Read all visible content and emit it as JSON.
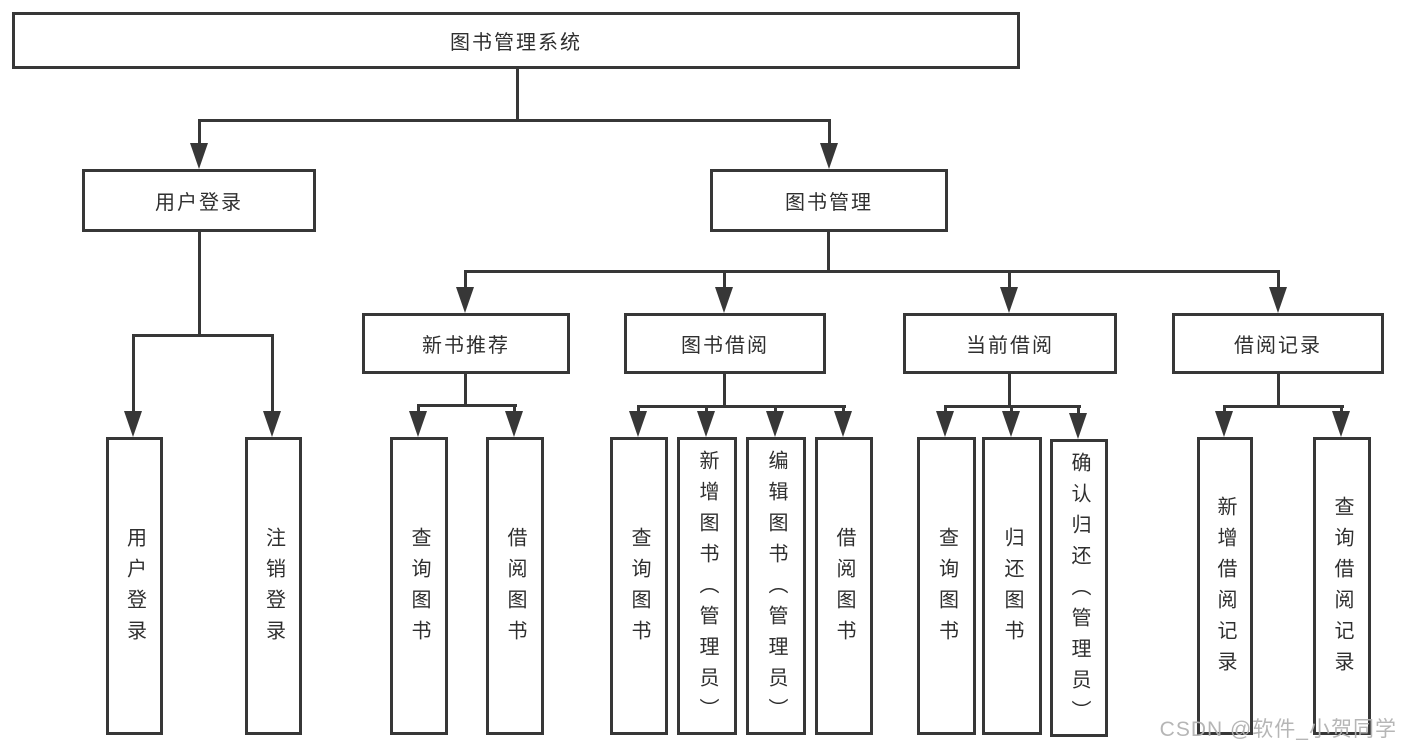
{
  "diagram": {
    "root": {
      "label": "图书管理系统"
    },
    "level2": [
      {
        "label": "用户登录"
      },
      {
        "label": "图书管理"
      }
    ],
    "level3": [
      {
        "label": "新书推荐"
      },
      {
        "label": "图书借阅"
      },
      {
        "label": "当前借阅"
      },
      {
        "label": "借阅记录"
      }
    ],
    "leaves": [
      {
        "label": "用户登录"
      },
      {
        "label": "注销登录"
      },
      {
        "label": "查询图书"
      },
      {
        "label": "借阅图书"
      },
      {
        "label": "查询图书"
      },
      {
        "label": "新增图书（管理员）"
      },
      {
        "label": "编辑图书（管理员）"
      },
      {
        "label": "借阅图书"
      },
      {
        "label": "查询图书"
      },
      {
        "label": "归还图书"
      },
      {
        "label": "确认归还（管理员）"
      },
      {
        "label": "新增借阅记录"
      },
      {
        "label": "查询借阅记录"
      }
    ]
  },
  "watermark": "CSDN @软件_小贺同学",
  "colors": {
    "line": "#373737",
    "background": "#ffffff",
    "watermark": "#b2b2b2"
  }
}
